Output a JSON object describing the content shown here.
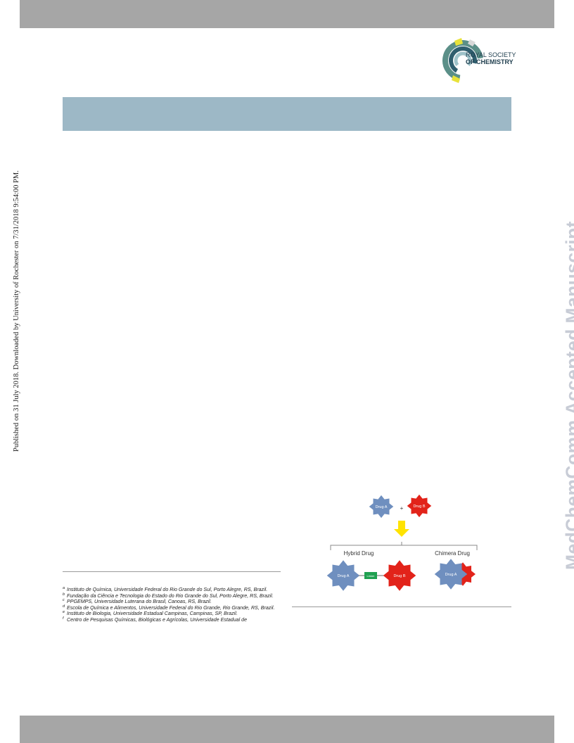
{
  "colors": {
    "bars": "#a6a6a6",
    "header_band": "#9db8c6",
    "watermark": "#c8ccd6",
    "drug_a": "#6f8fbf",
    "drug_b": "#e2231a",
    "linker": "#1fa050",
    "arrow": "#ffe300"
  },
  "publisher": {
    "line1": "ROYAL SOCIETY",
    "line2": "OF CHEMISTRY"
  },
  "side_notice": "Published on 31 July 2018. Downloaded by University of Rochester on 7/31/2018 9:54:00 PM.",
  "watermark": "MedChemComm Accepted Manuscript",
  "figure": {
    "drug_a": "Drug A",
    "plus": "+",
    "drug_b": "Drug B",
    "hybrid_label": "Hybrid Drug",
    "chimera_label": "Chimera Drug",
    "linker": "Linker"
  },
  "footnotes": [
    {
      "mark": "a",
      "text": "Instituto de Química, Universidade Federal do Rio Grande do Sul, Porto Alegre, RS, Brazil."
    },
    {
      "mark": "b",
      "text": "Fundação da Ciência e Tecnologia do Estado do Rio Grande do Sul, Porto Alegre, RS, Brazil."
    },
    {
      "mark": "c",
      "text": "PPGEMPS, Universidade Luterana do Brasil, Canoas, RS, Brazil."
    },
    {
      "mark": "d",
      "text": "Escola de Química e Alimentos, Universidade Federal do Rio Grande, Rio Grande, RS, Brazil."
    },
    {
      "mark": "e",
      "text": "Instituto de Biologia, Universidade Estadual Campinas, Campinas, SP, Brazil."
    },
    {
      "mark": "f",
      "text": "Centro de Pesquisas Químicas, Biológicas e Agrícolas, Universidade Estadual de"
    }
  ]
}
